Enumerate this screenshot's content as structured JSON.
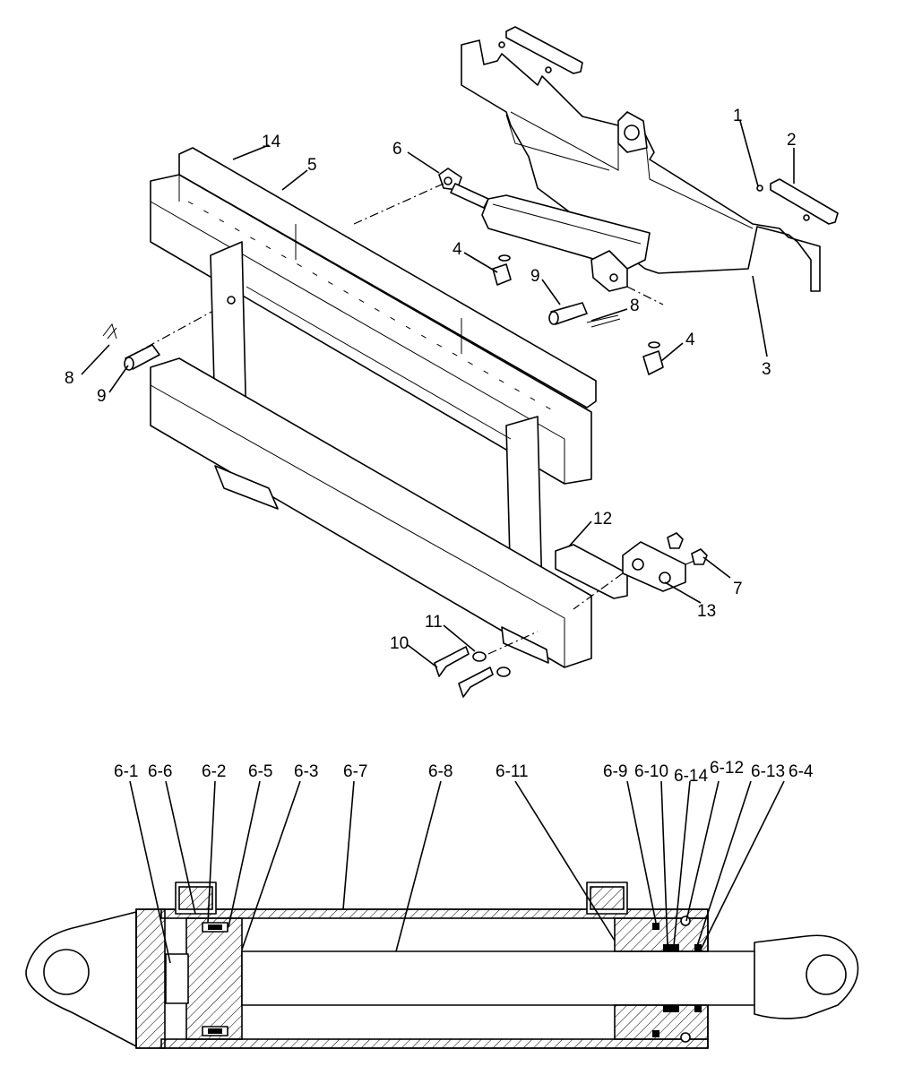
{
  "exploded_view": {
    "callouts": [
      "1",
      "2",
      "3",
      "4",
      "4",
      "5",
      "6",
      "7",
      "8",
      "8",
      "9",
      "9",
      "10",
      "11",
      "12",
      "13",
      "14"
    ]
  },
  "section_view": {
    "callouts": [
      "6-1",
      "6-6",
      "6-2",
      "6-5",
      "6-3",
      "6-7",
      "6-8",
      "6-11",
      "6-9",
      "6-10",
      "6-14",
      "6-12",
      "6-13",
      "6-4"
    ]
  }
}
